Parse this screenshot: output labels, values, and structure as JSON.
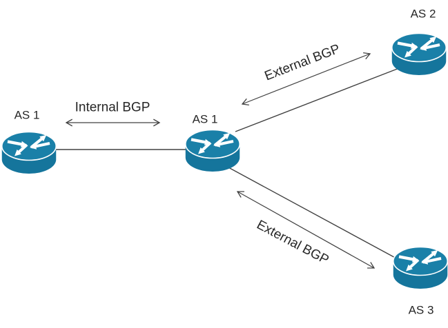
{
  "colors": {
    "background": "#ffffff",
    "line": "#404040",
    "text": "#262626",
    "router_body": "#15759C",
    "router_top": "#1A80A8",
    "router_arrow": "#ffffff"
  },
  "nodes": {
    "left": {
      "label": "AS 1"
    },
    "center": {
      "label": "AS 1"
    },
    "top_right": {
      "label": "AS 2"
    },
    "bottom_right": {
      "label": "AS 3"
    }
  },
  "edges": {
    "internal": {
      "label": "Internal BGP"
    },
    "external_top": {
      "label": "External BGP"
    },
    "external_bottom": {
      "label": "External BGP"
    }
  }
}
